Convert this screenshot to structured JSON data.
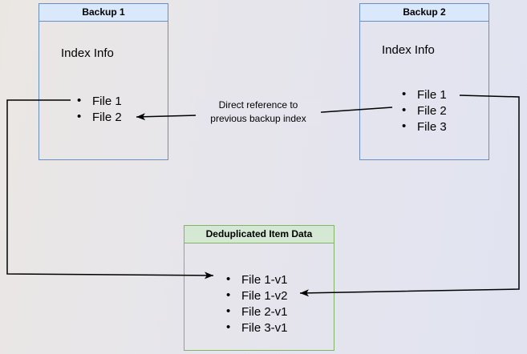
{
  "backup1": {
    "title": "Backup 1",
    "section_label": "Index Info",
    "items": [
      "File 1",
      "File 2"
    ]
  },
  "backup2": {
    "title": "Backup 2",
    "section_label": "Index Info",
    "items": [
      "File 1",
      "File 2",
      "File 3"
    ]
  },
  "dedup_store": {
    "title": "Deduplicated Item Data",
    "items": [
      "File 1-v1",
      "File 1-v2",
      "File 2-v1",
      "File 3-v1"
    ]
  },
  "edge_label": {
    "line1": "Direct reference to",
    "line2": "previous backup index"
  },
  "colors": {
    "backup_header_fill": "#dae8fc",
    "backup_border": "#6c8ebf",
    "dedup_header_fill": "#d5e8d4",
    "dedup_border": "#82b366",
    "arrow": "#000000",
    "canvas_bg_left": "#eae7e3",
    "canvas_bg_right": "#e1e3f1",
    "edge_label_bg": "#e6e5ee"
  }
}
